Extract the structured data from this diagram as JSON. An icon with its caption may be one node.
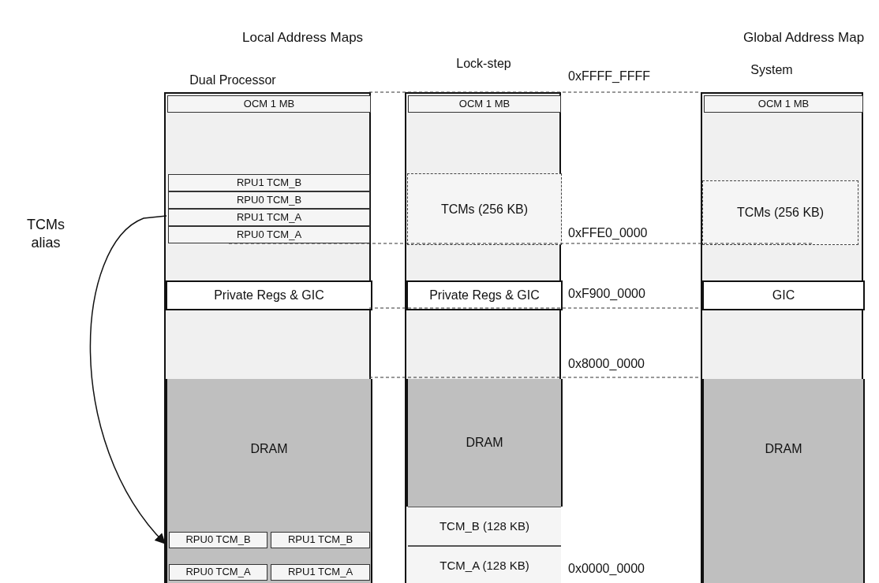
{
  "diagram": {
    "nodes": [
      {
        "text": [
          "Dual Processor"
        ]
      },
      {
        "text": [
          "OCM 1 MB"
        ],
        "in": 0
      },
      {
        "text": [
          "RPU1 TCM_B"
        ],
        "in": 0
      },
      {
        "text": [
          "RPU0 TCM_B"
        ],
        "in": 0
      },
      {
        "text": [
          "RPU1 TCM_A"
        ],
        "in": 0
      },
      {
        "text": [
          "RPU0 TCM_A"
        ],
        "in": 0
      },
      {
        "text": [
          "Private Regs & GIC"
        ],
        "in": 0
      },
      {
        "text": [
          "DRAM"
        ],
        "in": 0
      },
      {
        "text": [
          "RPU0 TCM_B"
        ],
        "in": 7
      },
      {
        "text": [
          "RPU1 TCM_B"
        ],
        "in": 7
      },
      {
        "text": [
          "RPU0 TCM_A"
        ],
        "in": 7
      },
      {
        "text": [
          "RPU1 TCM_A"
        ],
        "in": 7
      },
      {
        "text": [
          "Lock-step"
        ]
      },
      {
        "text": [
          "OCM 1 MB"
        ],
        "in": 12
      },
      {
        "text": [
          "TCMs (256 KB)"
        ],
        "in": 12
      },
      {
        "text": [
          "Private Regs & GIC"
        ],
        "in": 12
      },
      {
        "text": [
          "DRAM"
        ],
        "in": 12
      },
      {
        "text": [
          "TCM_B (128 KB)"
        ],
        "in": 12
      },
      {
        "text": [
          "TCM_A (128 KB)"
        ],
        "in": 12
      },
      {
        "text": [
          "System"
        ]
      },
      {
        "text": [
          "OCM 1 MB"
        ],
        "in": 19
      },
      {
        "text": [
          "TCMs (256 KB)"
        ],
        "in": 19
      },
      {
        "text": [
          "GIC"
        ],
        "in": 19
      },
      {
        "text": [
          "DRAM"
        ],
        "in": 19
      }
    ],
    "edges": [
      {
        "from": 4,
        "to": 8,
        "arrow": "to",
        "label": "TCMs alias"
      }
    ],
    "labels": [
      "Local Address Maps",
      "Global Address Map",
      "0xFFFF_FFFF",
      "0xFFE0_0000",
      "0xF900_0000",
      "0x8000_0000",
      "0x0000_0000"
    ]
  }
}
